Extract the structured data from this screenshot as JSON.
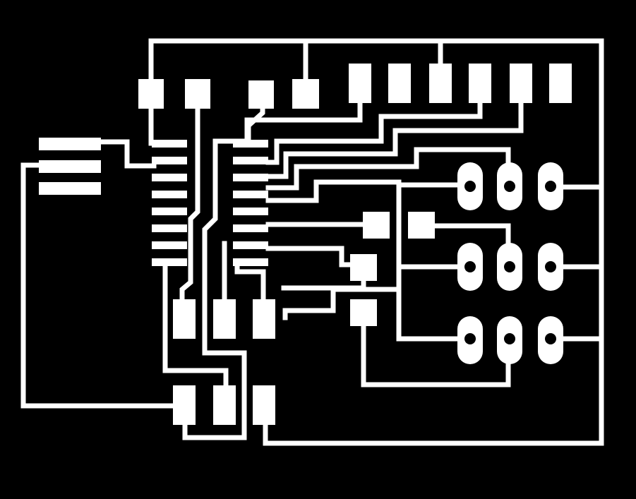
{
  "colors": {
    "background": "#000000",
    "copper": "#ffffff"
  },
  "layers": [
    "traces",
    "pads",
    "through-hole-pads",
    "drill-holes"
  ]
}
